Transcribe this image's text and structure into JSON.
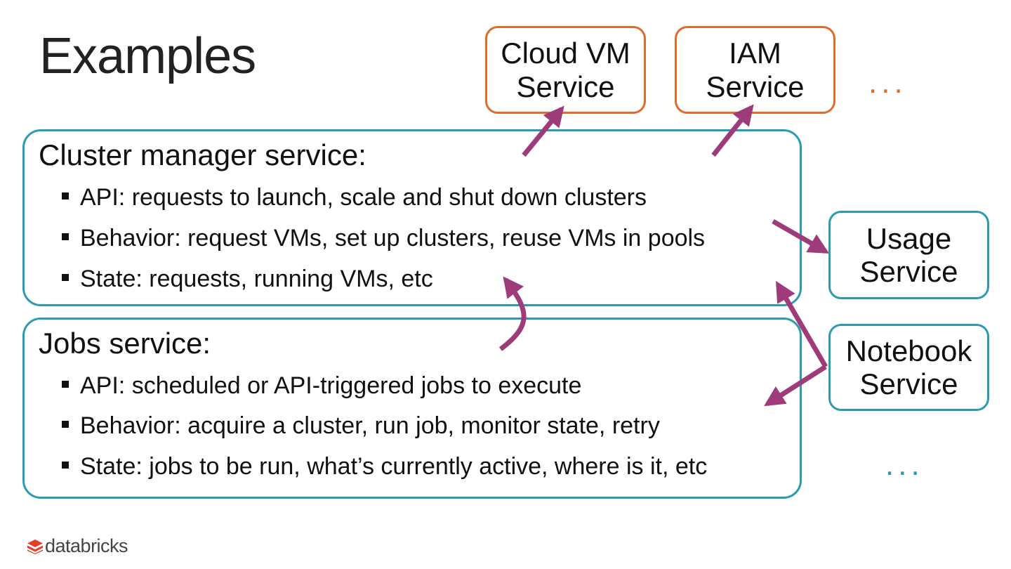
{
  "title": "Examples",
  "top_services": [
    {
      "line1": "Cloud VM",
      "line2": "Service"
    },
    {
      "line1": "IAM",
      "line2": "Service"
    }
  ],
  "top_ellipsis": "...",
  "side_services": [
    {
      "line1": "Usage",
      "line2": "Service"
    },
    {
      "line1": "Notebook",
      "line2": "Service"
    }
  ],
  "bottom_ellipsis": "...",
  "cluster": {
    "heading": "Cluster manager service:",
    "bullets": [
      "API: requests to launch, scale and shut down clusters",
      "Behavior: request VMs, set up clusters, reuse VMs in pools",
      "State: requests, running VMs, etc"
    ]
  },
  "jobs": {
    "heading": "Jobs service:",
    "bullets": [
      "API: scheduled or API-triggered jobs to execute",
      "Behavior: acquire a cluster, run job, monitor state, retry",
      "State: jobs to be run, what’s currently active, where is it, etc"
    ]
  },
  "logo": "databricks",
  "colors": {
    "teal": "#2b9bb0",
    "orange": "#e06a2b",
    "arrow": "#9e3b7a",
    "logo_red": "#e2402b"
  }
}
